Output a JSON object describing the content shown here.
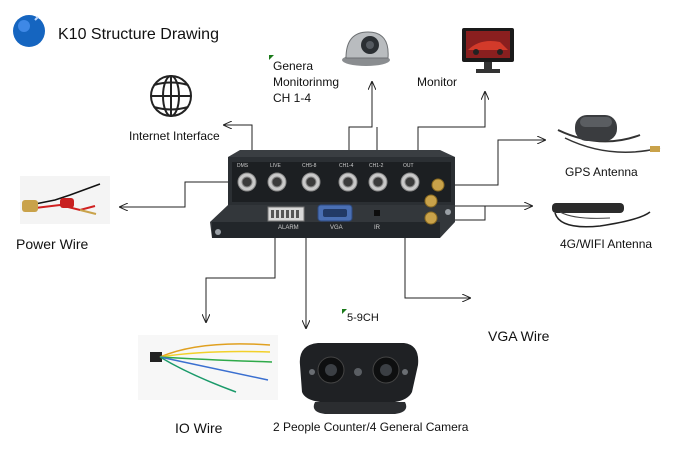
{
  "title": "K10 Structure Drawing",
  "colors": {
    "logo_blue": "#1565c0",
    "line": "#222222",
    "device_body": "#2b2f33",
    "device_panel": "#1c1f22",
    "connector": "#c9c9c9",
    "gold": "#c9a24a",
    "vga_blue": "#4a6fb3"
  },
  "labels": {
    "monitoring": [
      "Genera",
      "Monitorinmg",
      "CH 1-4"
    ],
    "monitor": "Monitor",
    "internet": "Internet  Interface",
    "gps": "GPS Antenna",
    "wifi": "4G/WIFI Antenna",
    "power": "Power Wire",
    "vga_wire": "VGA Wire",
    "ch59": "5-9CH",
    "io": "IO Wire",
    "camera": "2 People Counter/4 General Camera"
  },
  "device_labels": {
    "alarm": "ALARM",
    "vga": "VGA",
    "ir": "IR",
    "ports": [
      "DMS",
      "LIVE",
      "CH5-8",
      "CH1-4",
      "CH1-2",
      "OUT"
    ]
  },
  "icons": {
    "logo": "logo-circle-icon",
    "globe": "globe-icon"
  }
}
